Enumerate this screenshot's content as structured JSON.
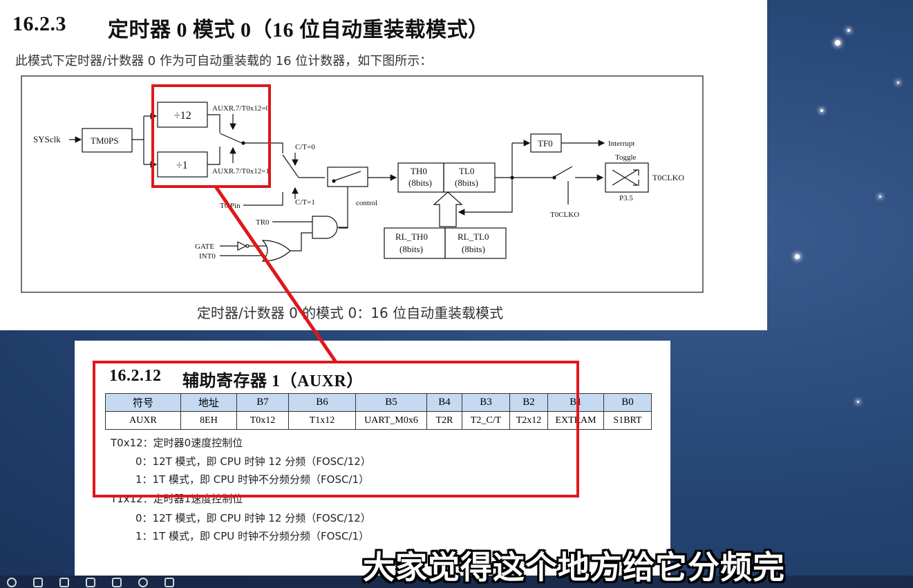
{
  "section": {
    "number": "16.2.3",
    "title": "定时器 0 模式 0（16 位自动重装载模式）",
    "intro": "此模式下定时器/计数器 0 作为可自动重装载的 16 位计数器，如下图所示：",
    "caption": "定时器/计数器 0 的模式 0：16 位自动重装载模式"
  },
  "diagram": {
    "sysclk": "SYSclk",
    "tm0ps": "TM0PS",
    "div12": "÷12",
    "div1": "÷1",
    "auxr_sel0": "AUXR.7/T0x12=0",
    "auxr_sel1": "AUXR.7/T0x12=1",
    "ct0": "C/T=0",
    "ct1": "C/T=1",
    "t0pin": "T0 Pin",
    "control": "control",
    "tr0": "TR0",
    "gate": "GATE",
    "int0": "INT0",
    "th0": "TH0",
    "tl0": "TL0",
    "bits": "(8bits)",
    "rl_th0": "RL_TH0",
    "rl_tl0": "RL_TL0",
    "tf0": "TF0",
    "interrupt": "Interrupt",
    "toggle": "Toggle",
    "t0clko": "T0CLKO",
    "p35": "P3.5"
  },
  "register": {
    "number": "16.2.12",
    "title": "辅助寄存器 1（AUXR）",
    "headers": [
      "符号",
      "地址",
      "B7",
      "B6",
      "B5",
      "B4",
      "B3",
      "B2",
      "B1",
      "B0"
    ],
    "row": [
      "AUXR",
      "8EH",
      "T0x12",
      "T1x12",
      "UART_M0x6",
      "T2R",
      "T2_C/T",
      "T2x12",
      "EXTRAM",
      "S1BRT"
    ],
    "notes": [
      "T0x12：定时器0速度控制位",
      "0：12T 模式，即 CPU 时钟 12 分频（FOSC/12）",
      "1：1T 模式，即 CPU 时钟不分频分频（FOSC/1）",
      "T1x12：定时器1速度控制位",
      "0：12T 模式，即 CPU 时钟 12 分频（FOSC/12）",
      "1：1T 模式，即 CPU 时钟不分频分频（FOSC/1）"
    ]
  },
  "subtitle": "大家觉得这个地方给它分频完",
  "colors": {
    "highlight": "#e0161b",
    "header_bg": "#c5d9f1"
  }
}
